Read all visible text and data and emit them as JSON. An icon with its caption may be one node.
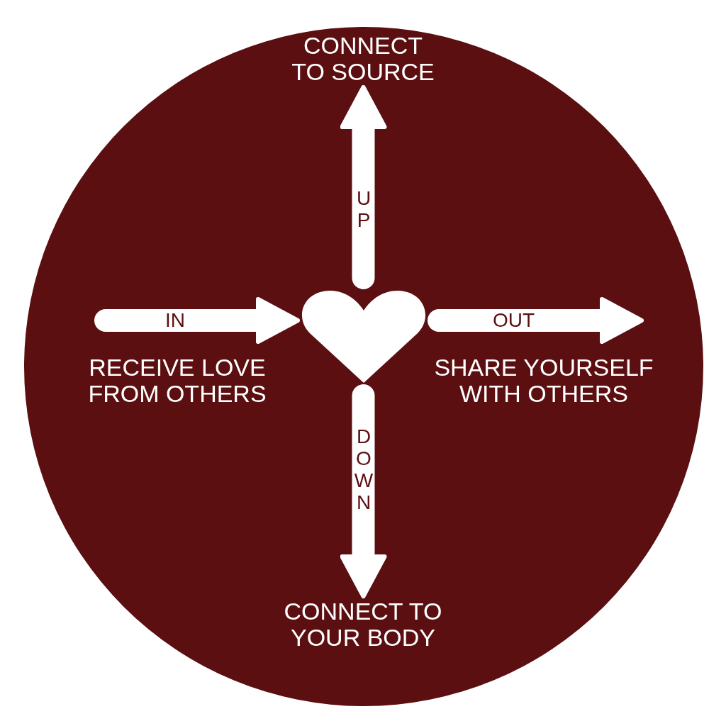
{
  "diagram": {
    "nodes": [
      {
        "text": [],
        "shape": "circle"
      },
      {
        "text": [
          "CONNECT TO SOURCE"
        ],
        "in": 0
      },
      {
        "text": [],
        "shape": "heart",
        "in": 0
      },
      {
        "text": [
          "CONNECT TO YOUR BODY"
        ],
        "in": 0
      }
    ],
    "edges": [
      {
        "from": 2,
        "to": 1,
        "arrow": "to",
        "label": "UP"
      },
      {
        "from": null,
        "to": 2,
        "arrow": "to",
        "label": "IN"
      },
      {
        "from": 2,
        "to": null,
        "arrow": "to",
        "label": "OUT"
      },
      {
        "from": 2,
        "to": 3,
        "arrow": "to",
        "label": "DOWN"
      }
    ],
    "labels": [
      "RECEIVE LOVE FROM OTHERS",
      "SHARE YOURSELF WITH OTHERS"
    ]
  }
}
